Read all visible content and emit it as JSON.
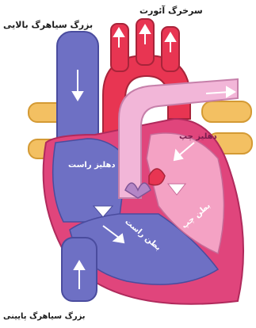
{
  "labels": {
    "aorta": "سرخرگ آئورت",
    "superior_vena_cava": "بزرگ سیاهرگ بالایی",
    "left_atrium": "دهلیز چپ",
    "right_atrium": "دهلیز راست",
    "left_ventricle": "بطن چپ",
    "right_ventricle": "بطن راست",
    "inferior_vena_cava": "بزرگ سیاهرگ پایینی"
  },
  "colors": {
    "vein_blue": "#6e70c4",
    "vein_blue_dark": "#5357a8",
    "aorta_red": "#e83552",
    "heart_wall": "#e0457c",
    "pulmonary_pink": "#f2b6d8",
    "pulmonary_vein_orange": "#f3c062",
    "left_chamber": "#f4a2c4",
    "valve_purple": "#b486c6",
    "arrow_white": "#ffffff"
  }
}
